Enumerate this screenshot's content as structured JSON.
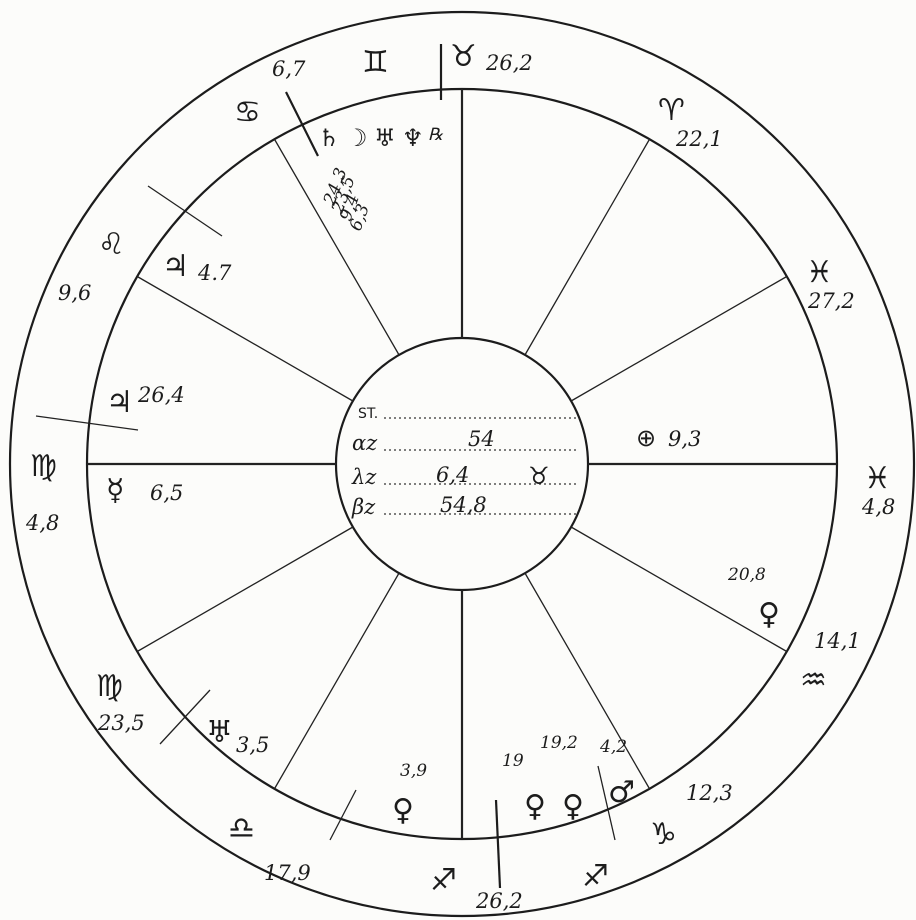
{
  "center": {
    "st_label": "ST.",
    "az_label": "αz",
    "az_value": "54",
    "lz_label": "λz",
    "lz_value": "6,4",
    "lz_sign": "♉",
    "bz_label": "βz",
    "bz_value": "54,8"
  },
  "cusps": [
    {
      "sign": "♉",
      "value": "26,2"
    },
    {
      "sign": "♈",
      "value": "22,1"
    },
    {
      "sign": "♓",
      "value": "27,2"
    },
    {
      "sign": "♓",
      "value": "4,8"
    },
    {
      "sign": "♒",
      "value": "14,1"
    },
    {
      "sign": "♑",
      "value": "12,3"
    },
    {
      "sign": "♐",
      "value": ""
    },
    {
      "sign": "♐",
      "value": "26,2"
    },
    {
      "sign": "♎",
      "value": "17,9"
    },
    {
      "sign": "♍",
      "value": "23,5"
    },
    {
      "sign": "♍",
      "value": "4,8"
    },
    {
      "sign": "♌",
      "value": "9,6"
    },
    {
      "sign": "♋",
      "value": "6,7"
    },
    {
      "sign": "♊",
      "value": ""
    }
  ],
  "planets": [
    {
      "glyph": "⊕",
      "value": "9,3"
    },
    {
      "glyph": "♀",
      "value": "20,8"
    },
    {
      "glyph": "♂",
      "value": "4,2"
    },
    {
      "glyph": "♀",
      "value": "19,2"
    },
    {
      "glyph": "♀",
      "value": "19"
    },
    {
      "glyph": "♀",
      "value": "3,9"
    },
    {
      "glyph": "♅",
      "value": "3,5"
    },
    {
      "glyph": "☿",
      "value": "6,5"
    },
    {
      "glyph": "♃",
      "value": "26,4"
    },
    {
      "glyph": "♃",
      "value": "4.7"
    },
    {
      "glyph": "♄",
      "value": "6,3"
    },
    {
      "glyph": "☽",
      "value": "9,4"
    },
    {
      "glyph": "♅",
      "value": "23,5"
    },
    {
      "glyph": "♆",
      "value": "24,3"
    }
  ],
  "retro_mark": "℞"
}
